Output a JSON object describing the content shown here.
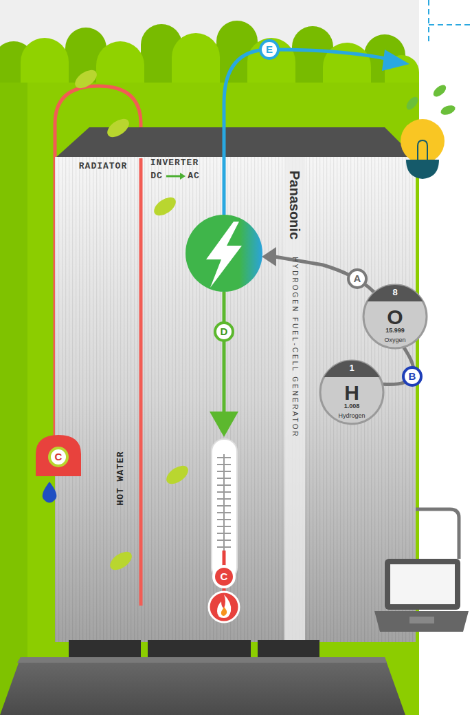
{
  "diagram": {
    "nodes": [
      {
        "text": [
          "8",
          "O",
          "15.999",
          "Oxygen"
        ]
      },
      {
        "text": [
          "1",
          "H",
          "1.008",
          "Hydrogen"
        ]
      }
    ],
    "edges": [
      {
        "from": 0,
        "to": 1,
        "arrow": "none",
        "label": "B"
      }
    ],
    "labels": [
      "RADIATOR",
      "INVERTER",
      "DC",
      "AC",
      "Panasonic",
      "HYDROGEN FUEL-CELL GENERATOR",
      "E",
      "A",
      "C",
      "D",
      "HOT WATER",
      "C"
    ]
  }
}
